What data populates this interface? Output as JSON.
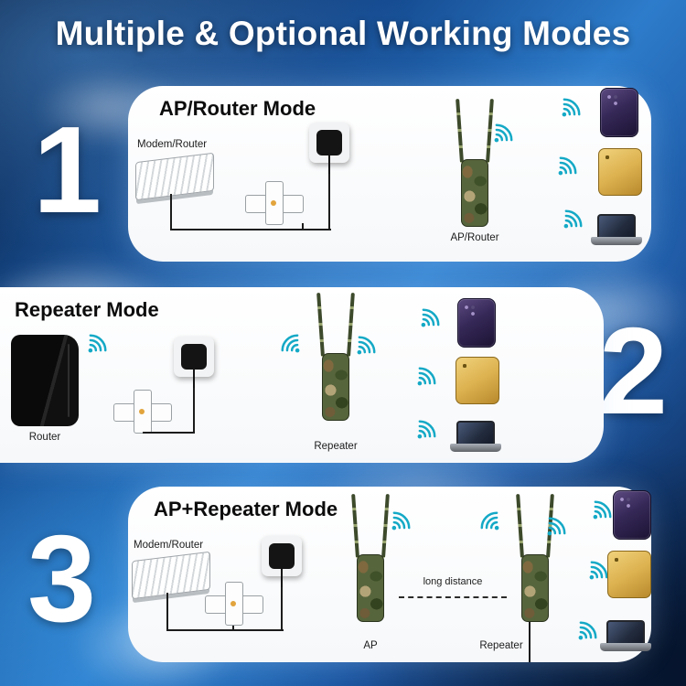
{
  "title": "Multiple & Optional Working Modes",
  "panels": {
    "ap_router": {
      "number": "1",
      "heading": "AP/Router Mode",
      "source_label": "Modem/Router",
      "device_label": "AP/Router"
    },
    "repeater": {
      "number": "2",
      "heading": "Repeater Mode",
      "source_label": "Router",
      "device_label": "Repeater"
    },
    "ap_repeater": {
      "number": "3",
      "heading": "AP+Repeater Mode",
      "source_label": "Modem/Router",
      "ap_label": "AP",
      "repeater_label": "Repeater",
      "distance_label": "long distance"
    }
  },
  "icons": {
    "wifi": "wifi-signal",
    "clients": [
      "smartphone",
      "tablet",
      "laptop"
    ],
    "equipment": [
      "modem-router",
      "router-tower",
      "power-adapter",
      "poe-injector",
      "outdoor-ap-antenna"
    ]
  },
  "colors": {
    "wifi_icon": "#14a9c6",
    "background_deep": "#0a2347",
    "background_blue": "#2d7ccb",
    "panel": "#ffffff",
    "heading_text": "#0c0c0c",
    "label_text": "#1c1c1c",
    "number_text": "#ffffff"
  }
}
